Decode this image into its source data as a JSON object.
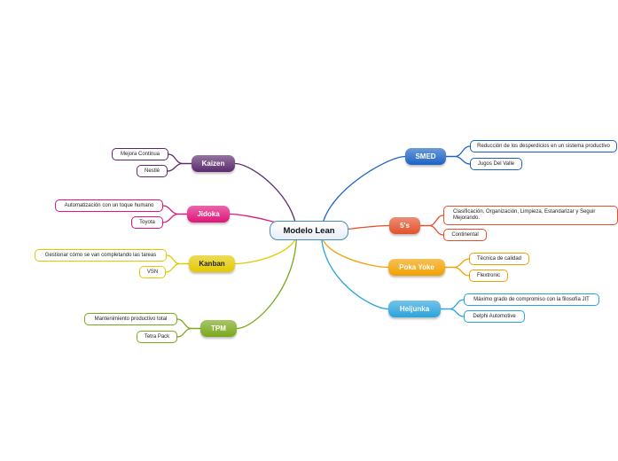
{
  "root": {
    "label": "Modelo Lean"
  },
  "colors": {
    "kaizen": "#5b2a6e",
    "jidoka": "#e0147a",
    "kanban": "#e4c900",
    "tpm": "#79a81a",
    "smed": "#1c63c4",
    "fives": "#e2512a",
    "pokayoke": "#f2a000",
    "heijunka": "#2aa3dc"
  },
  "branches": [
    {
      "id": "kaizen",
      "label": "Kaizen",
      "items": [
        "Mejora Continua",
        "Nestlé"
      ]
    },
    {
      "id": "jidoka",
      "label": "Jidoka",
      "items": [
        "Automatización con un toque humano",
        "Toyota"
      ]
    },
    {
      "id": "kanban",
      "label": "Kanban",
      "items": [
        "Gestionar cómo se van completando las tareas",
        "VSN"
      ]
    },
    {
      "id": "tpm",
      "label": "TPM",
      "items": [
        "Mantenimiento productivo total",
        "Tetra Pack"
      ]
    },
    {
      "id": "smed",
      "label": "SMED",
      "items": [
        "Reducción de los desperdicios en un sistema productivo",
        "Jugos Del Valle"
      ]
    },
    {
      "id": "fives",
      "label": "5's",
      "items": [
        "Clasificación, Organización, Limpieza, Estandarizar y Seguir Mejorando.",
        "Continental"
      ]
    },
    {
      "id": "pokayoke",
      "label": "Poka Yoke",
      "items": [
        "Técnica de calidad",
        "Flextronic"
      ]
    },
    {
      "id": "heijunka",
      "label": "Heijunka",
      "items": [
        "Máximo grado de compromiso con la filosofía JIT",
        "Delphi Automotive"
      ]
    }
  ]
}
